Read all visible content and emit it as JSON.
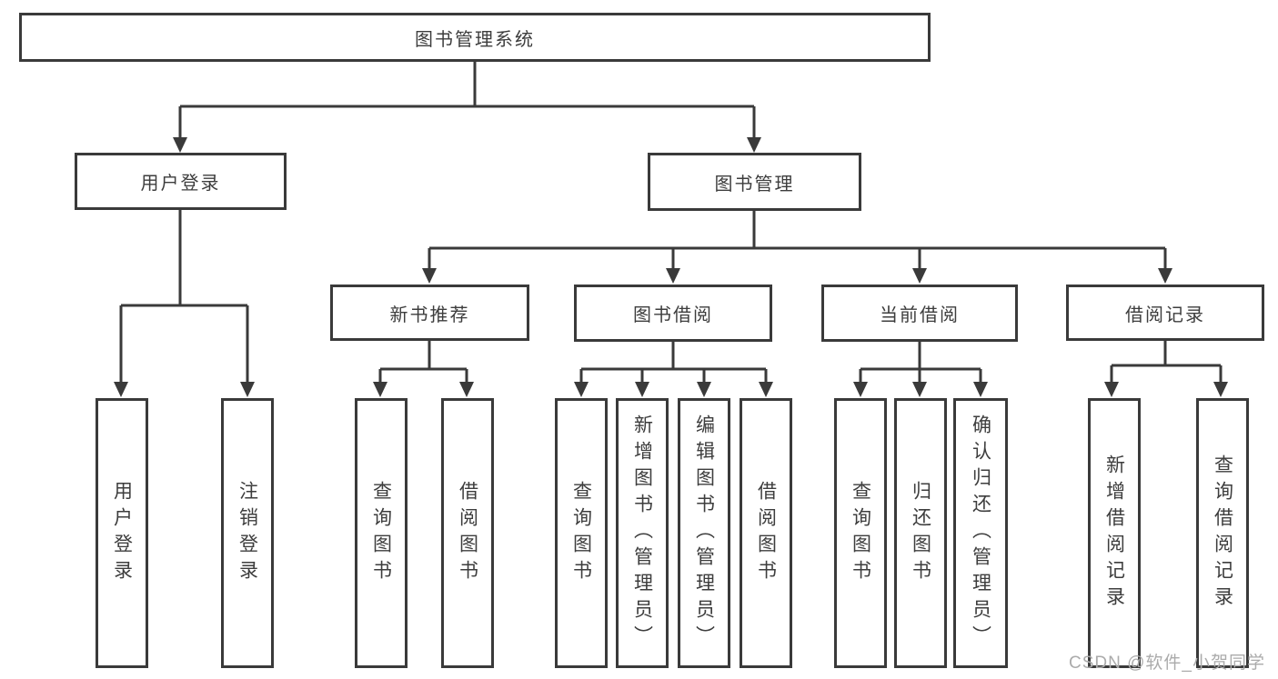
{
  "diagram_title": "图书管理系统",
  "colors": {
    "line": "#3a3a3a",
    "text": "#3d3d3d",
    "background": "#ffffff",
    "watermark": "#ababab"
  },
  "watermark": {
    "text": "CSDN @软件_小贺同学"
  },
  "nodes": {
    "root": {
      "label": "图书管理系统"
    },
    "user_login": {
      "label": "用户登录"
    },
    "book_mgmt": {
      "label": "图书管理"
    },
    "new_book_rec": {
      "label": "新书推荐"
    },
    "book_borrow": {
      "label": "图书借阅"
    },
    "current_borrow": {
      "label": "当前借阅"
    },
    "borrow_records": {
      "label": "借阅记录"
    },
    "ul_login": {
      "label": "用户登录"
    },
    "ul_logout": {
      "label": "注销登录"
    },
    "nb_query": {
      "label": "查询图书"
    },
    "nb_borrow": {
      "label": "借阅图书"
    },
    "bb_query": {
      "label": "查询图书"
    },
    "bb_add": {
      "label": "新增图书（管理员）"
    },
    "bb_edit": {
      "label": "编辑图书（管理员）"
    },
    "bb_borrow": {
      "label": "借阅图书"
    },
    "cb_query": {
      "label": "查询图书"
    },
    "cb_return": {
      "label": "归还图书"
    },
    "cb_confirm": {
      "label": "确认归还（管理员）"
    },
    "br_add": {
      "label": "新增借阅记录"
    },
    "br_query": {
      "label": "查询借阅记录"
    }
  },
  "hierarchy": {
    "图书管理系统": {
      "用户登录": [
        "用户登录",
        "注销登录"
      ],
      "图书管理": {
        "新书推荐": [
          "查询图书",
          "借阅图书"
        ],
        "图书借阅": [
          "查询图书",
          "新增图书（管理员）",
          "编辑图书（管理员）",
          "借阅图书"
        ],
        "当前借阅": [
          "查询图书",
          "归还图书",
          "确认归还（管理员）"
        ],
        "借阅记录": [
          "新增借阅记录",
          "查询借阅记录"
        ]
      }
    }
  }
}
